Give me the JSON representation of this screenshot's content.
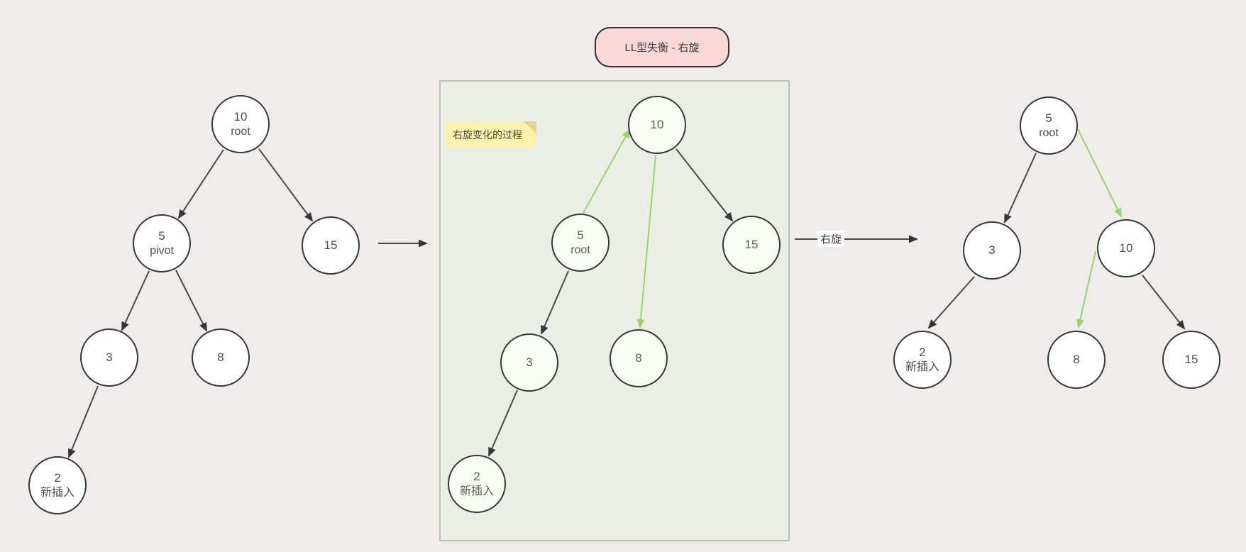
{
  "title_badge": {
    "label": "LL型失衡 - 右旋",
    "fill": "#f9d8d7",
    "border": "#30313a"
  },
  "process_panel": {
    "note_label": "右旋变化的过程",
    "fill": "#eaeee5",
    "border": "#bcc0bb",
    "note_fill": "#fbf2ad",
    "note_fold": "#e4d68c"
  },
  "flow": {
    "rotate_arrow_label": "右旋"
  },
  "colors": {
    "page_bg": "#f0ece9",
    "edge_dark": "#47484c",
    "edge_green": "#93d767",
    "node_border": "#35373e",
    "node_fill": "#ffffff",
    "node_fill_middle": "#f8fbf3"
  },
  "trees": {
    "left": {
      "nodes": [
        {
          "label": "10",
          "sublabel": "root"
        },
        {
          "label": "5",
          "sublabel": "pivot"
        },
        {
          "label": "15"
        },
        {
          "label": "3"
        },
        {
          "label": "8"
        },
        {
          "label": "2",
          "sublabel": "新插入"
        }
      ]
    },
    "middle": {
      "nodes": [
        {
          "label": "10"
        },
        {
          "label": "5",
          "sublabel": "root"
        },
        {
          "label": "15"
        },
        {
          "label": "3"
        },
        {
          "label": "8"
        },
        {
          "label": "2",
          "sublabel": "新插入"
        }
      ]
    },
    "right": {
      "nodes": [
        {
          "label": "5",
          "sublabel": "root"
        },
        {
          "label": "3"
        },
        {
          "label": "10"
        },
        {
          "label": "2",
          "sublabel": "新插入"
        },
        {
          "label": "8"
        },
        {
          "label": "15"
        }
      ]
    }
  }
}
